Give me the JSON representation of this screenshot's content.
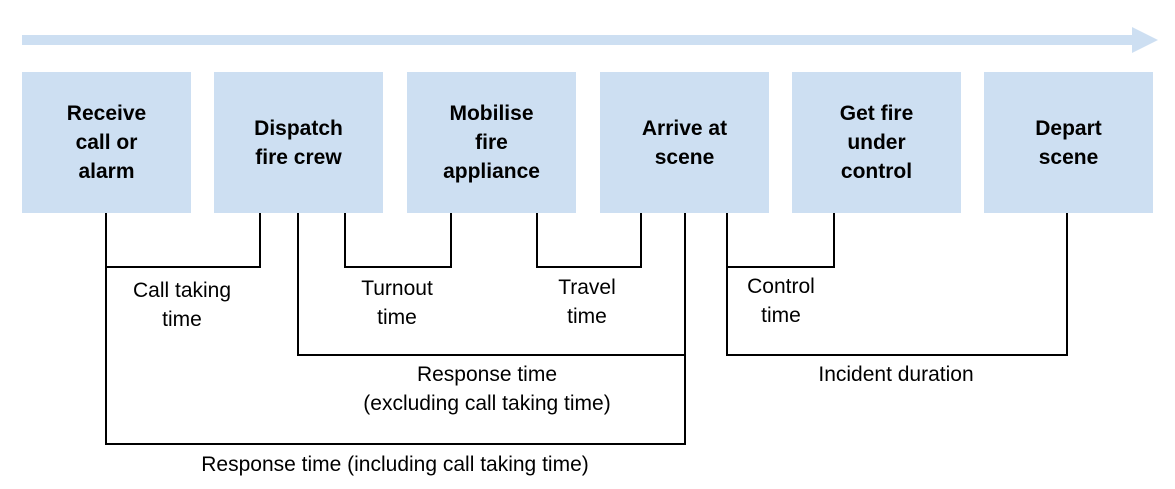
{
  "colors": {
    "box_fill": "#cddff2",
    "arrow": "#cddff2",
    "bracket_line": "#000000"
  },
  "timeline": {
    "icon": "right-arrow-icon"
  },
  "stages": [
    {
      "label": "Receive\ncall or\nalarm"
    },
    {
      "label": "Dispatch\nfire crew"
    },
    {
      "label": "Mobilise\nfire\nappliance"
    },
    {
      "label": "Arrive at\nscene"
    },
    {
      "label": "Get fire\nunder\ncontrol"
    },
    {
      "label": "Depart\nscene"
    }
  ],
  "intervals": {
    "call_taking": "Call taking\ntime",
    "turnout": "Turnout\ntime",
    "travel": "Travel\ntime",
    "control": "Control\ntime",
    "response_excluding": "Response time\n(excluding call taking time)",
    "incident_duration": "Incident duration",
    "response_including": "Response time (including call taking time)"
  }
}
